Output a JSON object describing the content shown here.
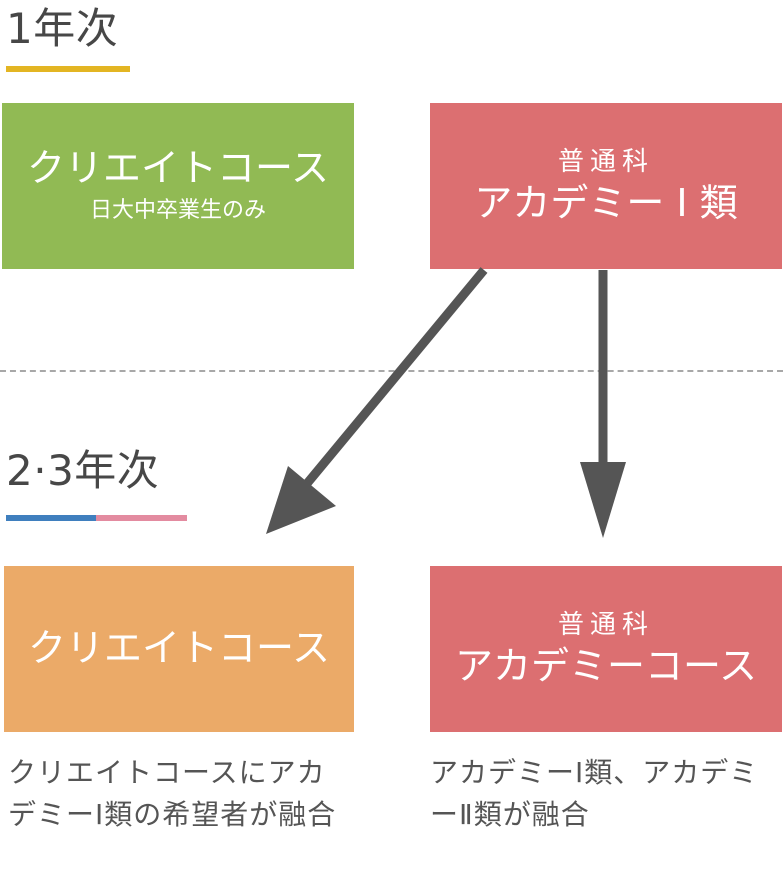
{
  "headings": {
    "first_year": "1年次",
    "second_third_year": "2·3年次"
  },
  "first_year": {
    "create_course": {
      "title": "クリエイトコース",
      "subtitle": "日大中卒業生のみ"
    },
    "academy_i": {
      "label": "普通科",
      "title": "アカデミー Ⅰ 類"
    }
  },
  "second_third_year": {
    "create_course": {
      "title": "クリエイトコース",
      "description": "クリエイトコースにアカデミーⅠ類の希望者が融合"
    },
    "academy_course": {
      "label": "普通科",
      "title": "アカデミーコース",
      "description": "アカデミーⅠ類、アカデミーⅡ類が融合"
    }
  },
  "colors": {
    "green": "#91ba54",
    "red": "#dc6f71",
    "orange": "#ebaa68",
    "underline_yellow": "#e3b523",
    "underline_blue": "#3f7fbe",
    "underline_pink": "#e38ba0",
    "arrow": "#555555"
  }
}
